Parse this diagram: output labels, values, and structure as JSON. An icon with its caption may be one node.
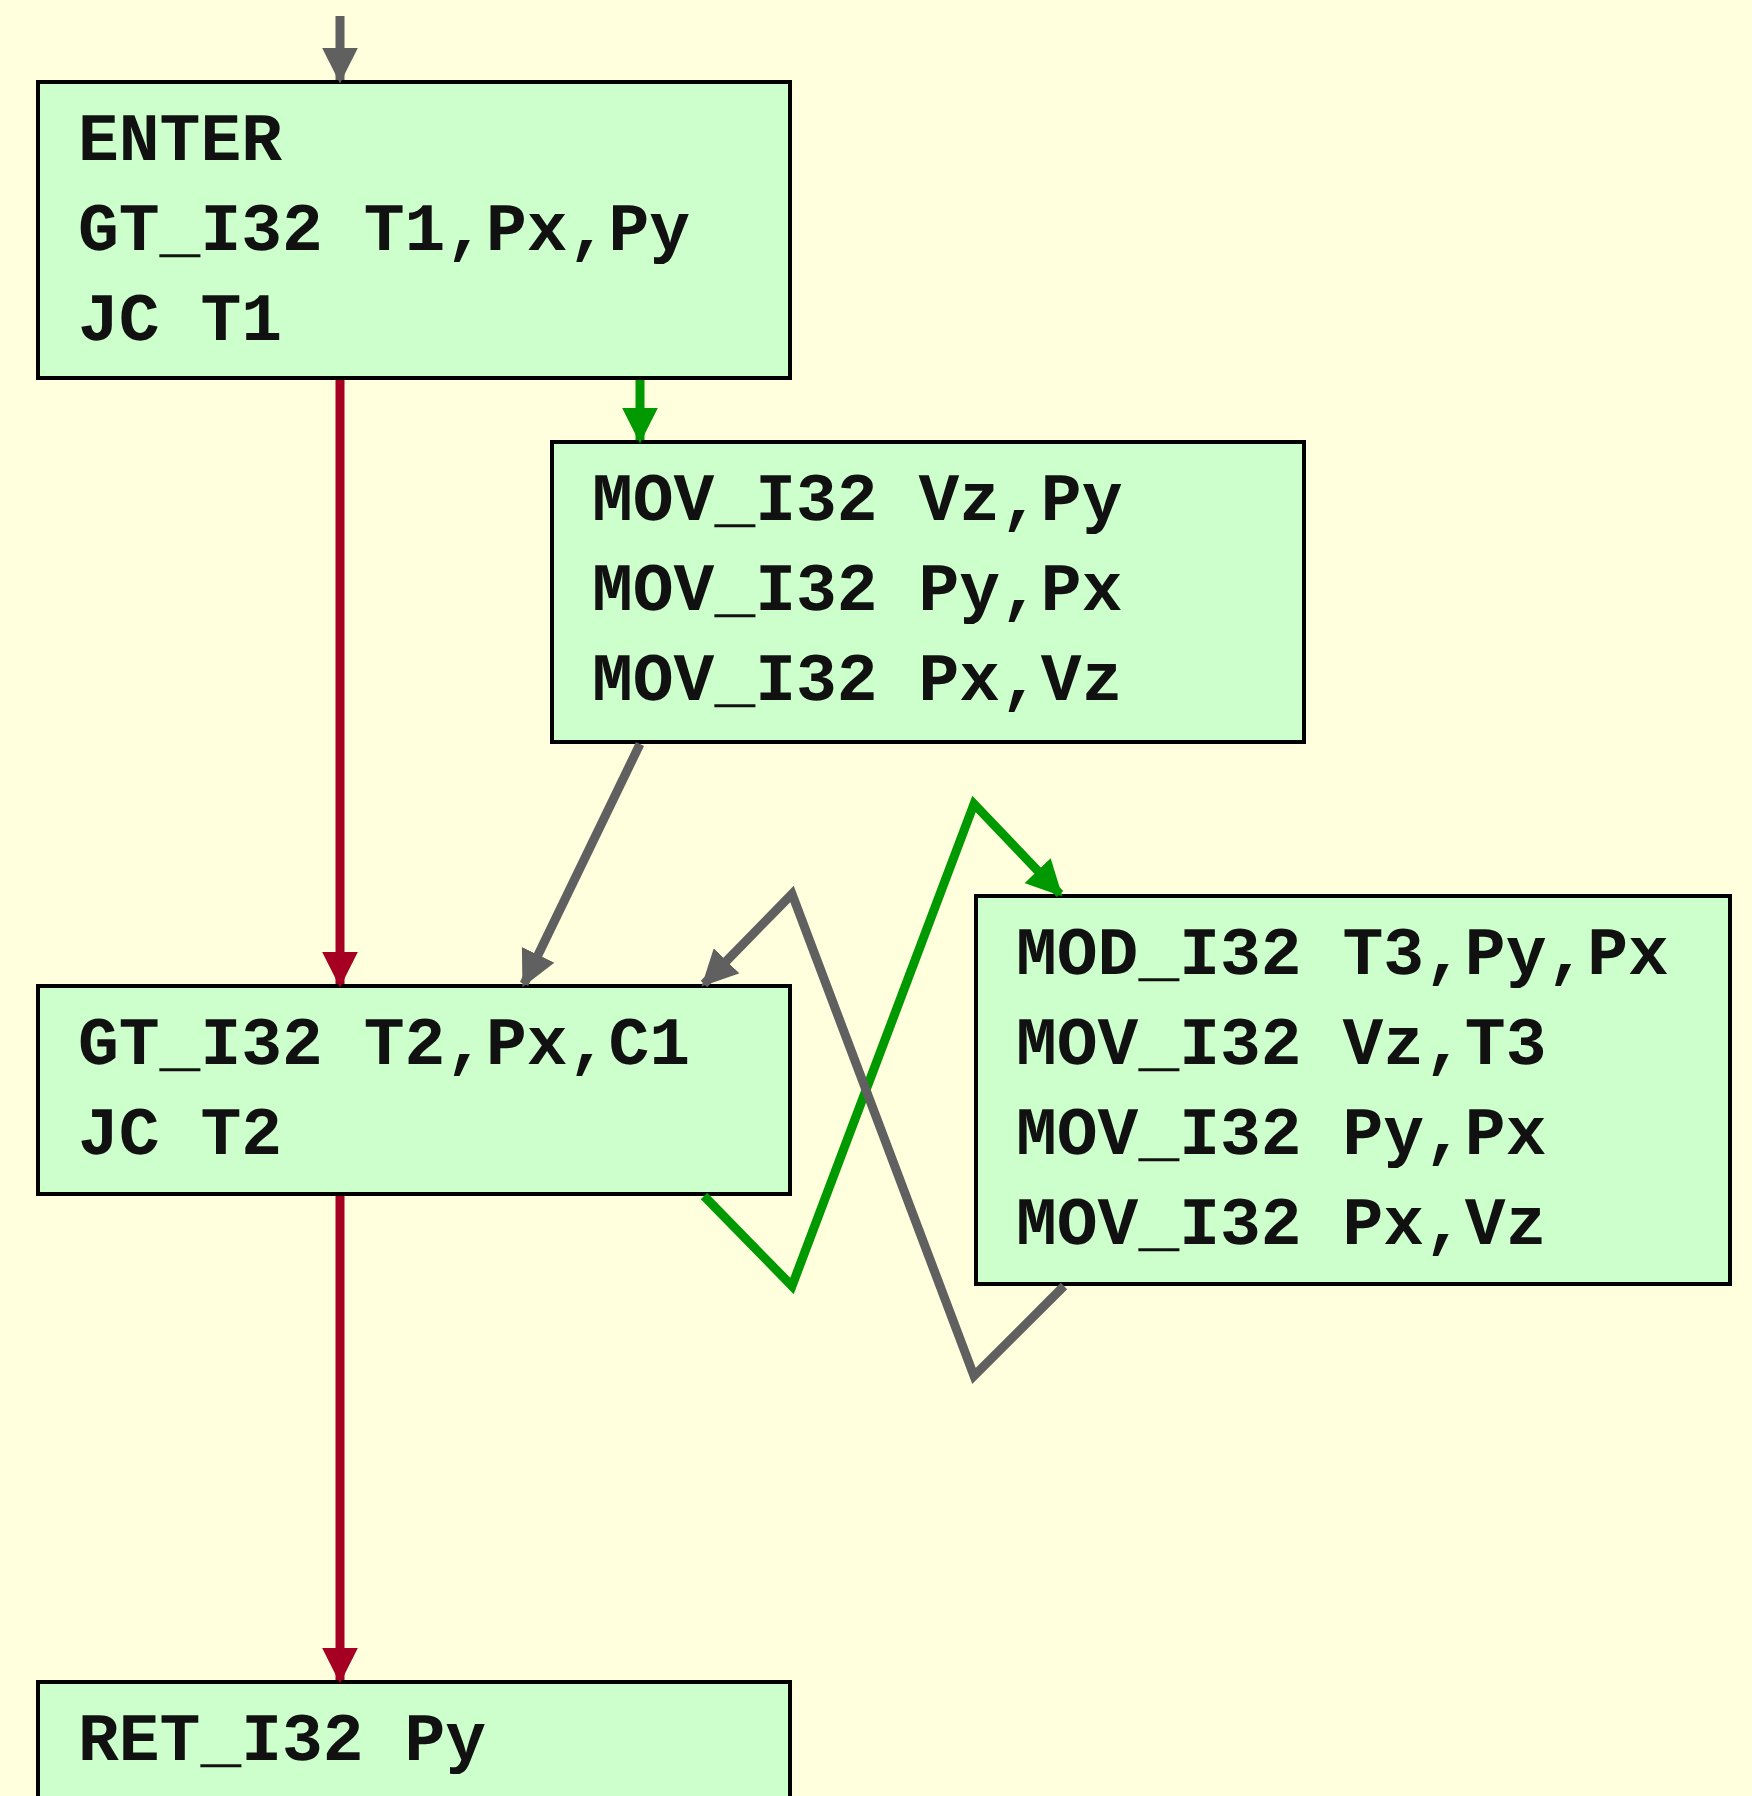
{
  "diagram": {
    "nodes": [
      {
        "text": [
          "ENTER",
          "GT_I32 T1,Px,Py",
          "JC T1"
        ]
      },
      {
        "text": [
          "MOV_I32 Vz,Py",
          "MOV_I32 Py,Px",
          "MOV_I32 Px,Vz"
        ]
      },
      {
        "text": [
          "GT_I32 T2,Px,C1",
          "JC T2"
        ]
      },
      {
        "text": [
          "MOD_I32 T3,Py,Px",
          "MOV_I32 Vz,T3",
          "MOV_I32 Py,Px",
          "MOV_I32 Px,Vz"
        ]
      },
      {
        "text": [
          "RET_I32 Py"
        ]
      }
    ],
    "edges": [
      {
        "from": null,
        "to": 0,
        "arrow": "to",
        "color": "#606060"
      },
      {
        "from": 0,
        "to": 2,
        "arrow": "to",
        "color": "#a50021"
      },
      {
        "from": 0,
        "to": 1,
        "arrow": "to",
        "color": "#009900"
      },
      {
        "from": 1,
        "to": 2,
        "arrow": "to",
        "color": "#606060"
      },
      {
        "from": 2,
        "to": 3,
        "arrow": "to",
        "color": "#009900"
      },
      {
        "from": 3,
        "to": 2,
        "arrow": "to",
        "color": "#606060"
      },
      {
        "from": 2,
        "to": 4,
        "arrow": "to",
        "color": "#a50021"
      }
    ]
  }
}
